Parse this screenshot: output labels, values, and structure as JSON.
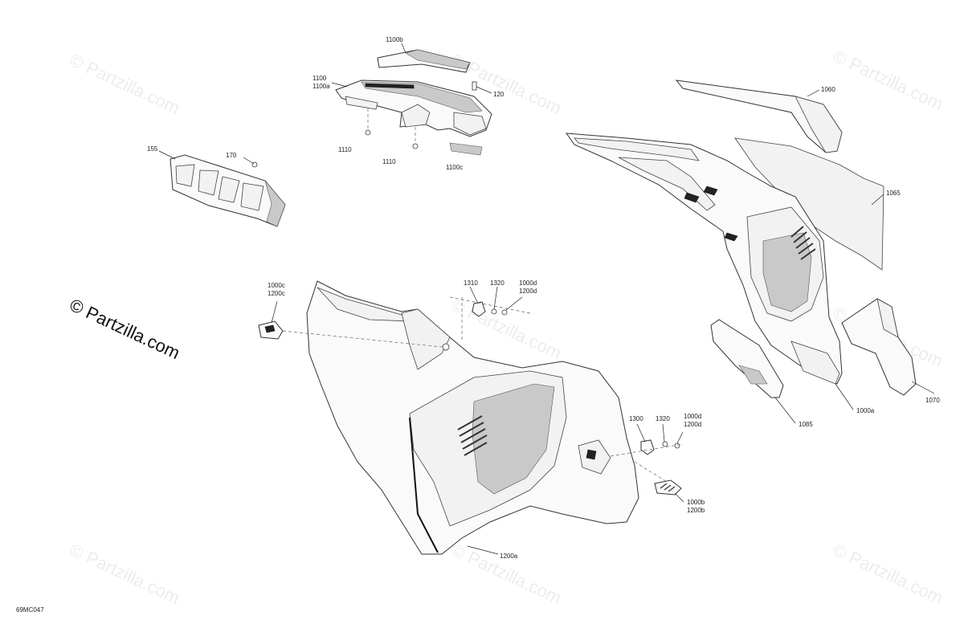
{
  "diagram_code": "69MC047",
  "watermark": {
    "main": "© Partzilla.com",
    "tile": "© Partzilla.com"
  },
  "labels": {
    "p1100b": "1100b",
    "p1100": "1100",
    "p1100a": "1100a",
    "p120": "120",
    "p1110_left": "1110",
    "p1110_mid": "1110",
    "p1100c": "1100c",
    "p155": "155",
    "p170": "170",
    "p1060": "1060",
    "p1065": "1065",
    "p1000c": "1000c",
    "p1200c": "1200c",
    "p1310": "1310",
    "p1320_top": "1320",
    "p1000d_top": "1000d",
    "p1200d_top": "1200d",
    "p1300": "1300",
    "p1320_bot": "1320",
    "p1000d_bot": "1000d",
    "p1200d_bot": "1200d",
    "p1000b": "1000b",
    "p1200b": "1200b",
    "p1200a": "1200a",
    "p1085": "1085",
    "p1000a": "1000a",
    "p1070": "1070"
  }
}
